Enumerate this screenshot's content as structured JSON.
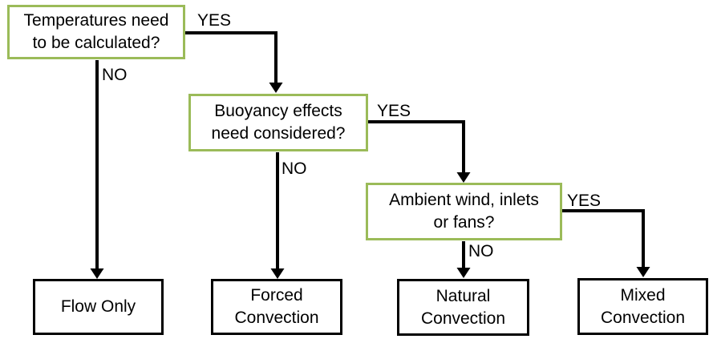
{
  "colors": {
    "decision_box_border": "#9bbb59",
    "result_box_border": "#000000",
    "arrow": "#000000",
    "text": "#000000",
    "background": "#ffffff"
  },
  "flowchart": {
    "decisions": [
      {
        "label": "Temperatures need\nto be calculated?",
        "yes_label": "YES",
        "no_label": "NO"
      },
      {
        "label": "Buoyancy effects\nneed considered?",
        "yes_label": "YES",
        "no_label": "NO"
      },
      {
        "label": "Ambient wind, inlets\nor fans?",
        "yes_label": "YES",
        "no_label": "NO"
      }
    ],
    "results": [
      {
        "label": "Flow Only"
      },
      {
        "label": "Forced\nConvection"
      },
      {
        "label": "Natural\nConvection"
      },
      {
        "label": "Mixed\nConvection"
      }
    ]
  }
}
